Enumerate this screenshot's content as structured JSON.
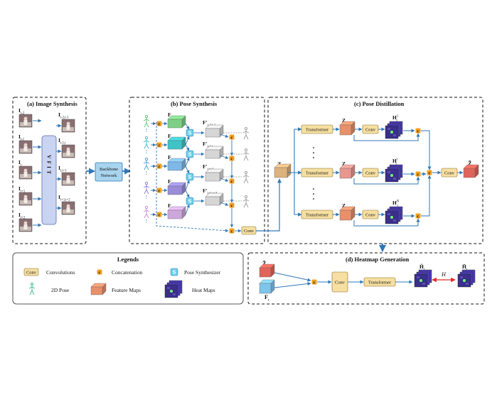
{
  "panels": {
    "image_synthesis": "(a) Image Synthesis",
    "pose_synthesis": "(b) Pose Synthesis",
    "pose_distillation": "(c) Pose Distillation",
    "heatmap_generation": "(d) Heatmap Generation",
    "legends": "Legends"
  },
  "image_synthesis": {
    "inputs": [
      "I_{t-2}",
      "I_{t-1}",
      "I_t",
      "I_{t+1}",
      "I_{t+2}"
    ],
    "outputs": [
      "I_{t-2,t-1}",
      "I_{t-1,t}",
      "I_{t,t+1}",
      "I_{t+1,t+2}"
    ],
    "vfit": "VFIT"
  },
  "backbone": [
    "Backbone",
    "Network"
  ],
  "pose_synthesis": {
    "features": [
      "F_{t-2}",
      "F_{t-1}",
      "F_t",
      "F_{t+1}",
      "F_{t+2}"
    ],
    "synth_features": [
      "F'_{t-2,t-1}",
      "F'_{t-1,t}",
      "F'_{t,t+1}",
      "F'_{t+1,t+2}"
    ],
    "synth_symbol": "S",
    "concat_symbol": "c"
  },
  "conv_label": "Conv",
  "transformer_label": "Transformer",
  "pose_distillation": {
    "input": "Z",
    "branches": [
      {
        "z": "Z_1",
        "h": "H_t^1"
      },
      {
        "z": "Z_i",
        "h": "H_t^i"
      },
      {
        "z": "Z_N",
        "h": "H_t^N"
      }
    ],
    "output": "Z̃"
  },
  "heatmap_generation": {
    "inputs": [
      "Z̃",
      "F_t"
    ],
    "outputs": [
      "Ĥ_t",
      "H̃_t"
    ],
    "loss": "H"
  },
  "legend_items": [
    {
      "symbol": "Conv",
      "label": "Convolutions"
    },
    {
      "symbol": "c",
      "label": "Concatenation"
    },
    {
      "symbol": "S",
      "label": "Pose Synthesizer"
    },
    {
      "symbol": "pose",
      "label": "2D Pose"
    },
    {
      "symbol": "feature",
      "label": "Feature Maps"
    },
    {
      "symbol": "heat",
      "label": "Heat Maps"
    }
  ],
  "colors": {
    "arrow": "#2f78b8",
    "vfit": "#c9d4f2",
    "backbone": "#a8d4ee",
    "conv": "#f6dfa2",
    "concat": "#f0a020",
    "synth": "#6ad0ea",
    "feature_orange": "#e7906a",
    "feature_tan": "#dcb27d",
    "feature_red": "#e0645a",
    "feature_blue": "#7fc4ea",
    "heatmap": "#3a2f8a",
    "loss_arrow": "#e02a2a"
  }
}
